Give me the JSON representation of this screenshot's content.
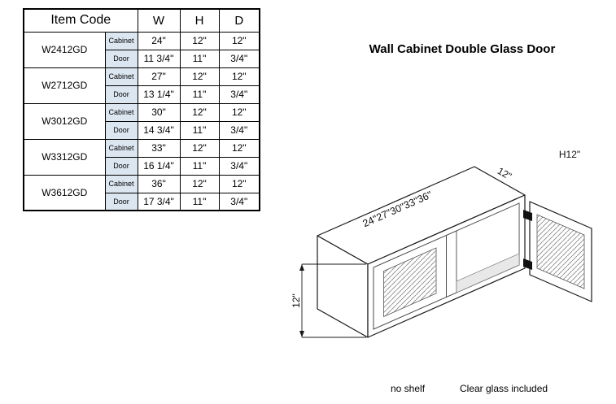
{
  "title": "Wall Cabinet Double Glass Door",
  "table": {
    "headers": {
      "item_code": "Item Code",
      "w": "W",
      "h": "H",
      "d": "D"
    },
    "row_labels": {
      "cabinet": "Cabinet",
      "door": "Door"
    },
    "rows": [
      {
        "code": "W2412GD",
        "cabinet": [
          "24\"",
          "12\"",
          "12\""
        ],
        "door": [
          "11 3/4\"",
          "11\"",
          "3/4\""
        ]
      },
      {
        "code": "W2712GD",
        "cabinet": [
          "27\"",
          "12\"",
          "12\""
        ],
        "door": [
          "13 1/4\"",
          "11\"",
          "3/4\""
        ]
      },
      {
        "code": "W3012GD",
        "cabinet": [
          "30\"",
          "12\"",
          "12\""
        ],
        "door": [
          "14 3/4\"",
          "11\"",
          "3/4\""
        ]
      },
      {
        "code": "W3312GD",
        "cabinet": [
          "33\"",
          "12\"",
          "12\""
        ],
        "door": [
          "16 1/4\"",
          "11\"",
          "3/4\""
        ]
      },
      {
        "code": "W3612GD",
        "cabinet": [
          "36\"",
          "12\"",
          "12\""
        ],
        "door": [
          "17 3/4\"",
          "11\"",
          "3/4\""
        ]
      }
    ]
  },
  "diagram": {
    "width_options_label": "24\"27\"30\"33\"36\"",
    "depth_label": "12\"",
    "height_label": "12\"",
    "h_note": "H12\""
  },
  "notes": {
    "shelf": "no shelf",
    "glass": "Clear glass included"
  }
}
